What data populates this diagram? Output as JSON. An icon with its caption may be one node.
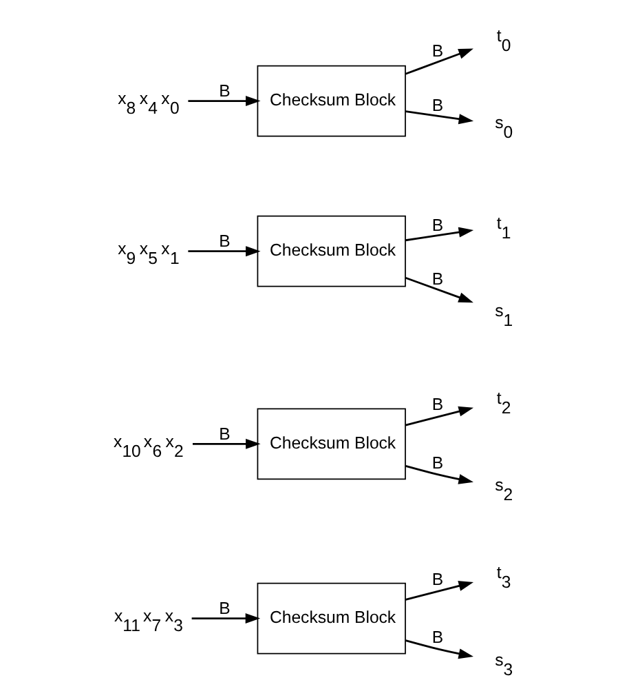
{
  "diagram": {
    "nodes": [
      {
        "text": [
          "x$_{8}$ x$_{4}$ x$_{0}$"
        ]
      },
      {
        "text": [
          "Checksum Block"
        ]
      },
      {
        "text": [
          "s$_{0}$"
        ]
      },
      {
        "text": [
          "t$_{0}$"
        ]
      },
      {
        "text": [
          "x$_{9}$ x$_{5}$ x$_{1}$"
        ]
      },
      {
        "text": [
          "Checksum Block"
        ]
      },
      {
        "text": [
          "s$_{1}$"
        ]
      },
      {
        "text": [
          "t$_{1}$"
        ]
      },
      {
        "text": [
          "x$_{10}$ x$_{6}$ x$_{2}$"
        ]
      },
      {
        "text": [
          "Checksum Block"
        ]
      },
      {
        "text": [
          "s$_{2}$"
        ]
      },
      {
        "text": [
          "t$_{2}$"
        ]
      },
      {
        "text": [
          "x$_{11}$ x$_{7}$ x$_{3}$"
        ]
      },
      {
        "text": [
          "Checksum Block"
        ]
      },
      {
        "text": [
          "s$_{3}$"
        ]
      },
      {
        "text": [
          "t$_{3}$"
        ]
      }
    ],
    "edges": [
      {
        "from": 0,
        "to": 1,
        "arrow": "to",
        "label": "B"
      },
      {
        "from": 1,
        "to": 2,
        "arrow": "to",
        "label": "B"
      },
      {
        "from": 1,
        "to": 3,
        "arrow": "to",
        "label": "B"
      },
      {
        "from": 4,
        "to": 5,
        "arrow": "to",
        "label": "B"
      },
      {
        "from": 5,
        "to": 6,
        "arrow": "to",
        "label": "B"
      },
      {
        "from": 5,
        "to": 7,
        "arrow": "to",
        "label": "B"
      },
      {
        "from": 8,
        "to": 9,
        "arrow": "to",
        "label": "B"
      },
      {
        "from": 9,
        "to": 10,
        "arrow": "to",
        "label": "B"
      },
      {
        "from": 9,
        "to": 11,
        "arrow": "to",
        "label": "B"
      },
      {
        "from": 12,
        "to": 13,
        "arrow": "to",
        "label": "B"
      },
      {
        "from": 13,
        "to": 14,
        "arrow": "to",
        "label": "B"
      },
      {
        "from": 13,
        "to": 15,
        "arrow": "to",
        "label": "B"
      }
    ]
  }
}
